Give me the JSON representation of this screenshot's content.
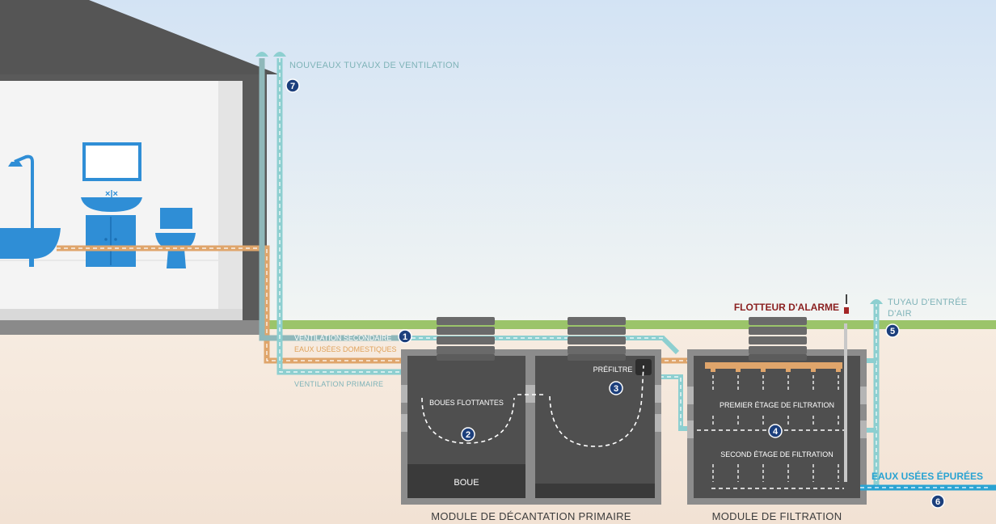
{
  "labels": {
    "vent_new": "NOUVEAUX TUYAUX DE VENTILATION",
    "vent_secondary": "VENTILATION SECONDAIRE",
    "wastewater_domestic": "EAUX USÉES DOMESTIQUES",
    "vent_primary": "VENTILATION PRIMAIRE",
    "floating_sludge": "BOUES FLOTTANTES",
    "prefilter": "PRÉFILTRE",
    "sludge": "BOUE",
    "alarm_float": "FLOTTEUR D'ALARME",
    "air_inlet_1": "TUYAU D'ENTRÉE",
    "air_inlet_2": "D'AIR",
    "filtration_stage_1": "PREMIER ÉTAGE DE FILTRATION",
    "filtration_stage_2": "SECOND ÉTAGE DE FILTRATION",
    "treated_water": "EAUX USÉES ÉPURÉES",
    "module_primary": "MODULE DE DÉCANTATION PRIMAIRE",
    "module_filtration": "MODULE DE FILTRATION"
  },
  "badges": [
    "1",
    "2",
    "3",
    "4",
    "5",
    "6",
    "7"
  ],
  "colors": {
    "sky_top": "#d3e3f4",
    "ground": "#f4e6da",
    "grass": "#9bc46a",
    "tank_wall": "#8c8c8c",
    "tank_inner": "#505050",
    "pipe_vent": "#8dcfd0",
    "pipe_waste": "#dfa56b",
    "fixture_blue": "#2f8ed6",
    "badge": "#1c3f7c",
    "treated_blue": "#2aa3d2",
    "alarm_red": "#8a1f1f"
  }
}
